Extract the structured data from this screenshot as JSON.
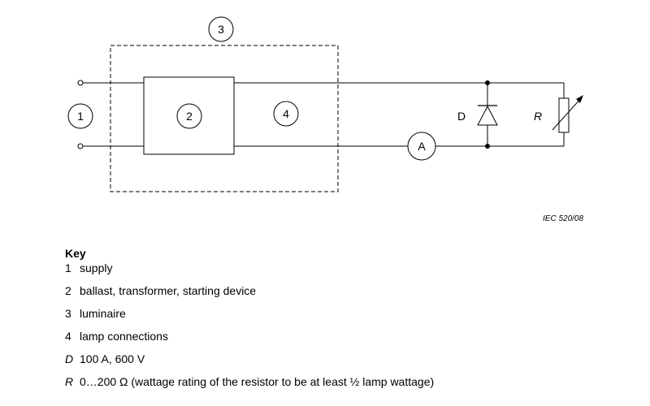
{
  "diagram": {
    "labels": {
      "supply_num": "1",
      "device_num": "2",
      "luminaire_num": "3",
      "lamp_num": "4",
      "ammeter": "A",
      "diode": "D",
      "resistor": "R"
    },
    "reference": "IEC   520/08"
  },
  "key": {
    "title": "Key",
    "items": [
      {
        "symbol": "1",
        "text": "supply"
      },
      {
        "symbol": "2",
        "text": "ballast, transformer, starting device"
      },
      {
        "symbol": "3",
        "text": "luminaire"
      },
      {
        "symbol": "4",
        "text": "lamp connections"
      },
      {
        "symbol": "D",
        "text": "100 A, 600 V"
      },
      {
        "symbol": "R",
        "text": "0…200 Ω (wattage rating of the resistor to be at least ½  lamp wattage)"
      }
    ]
  },
  "colors": {
    "line": "#000000",
    "background": "#ffffff"
  }
}
